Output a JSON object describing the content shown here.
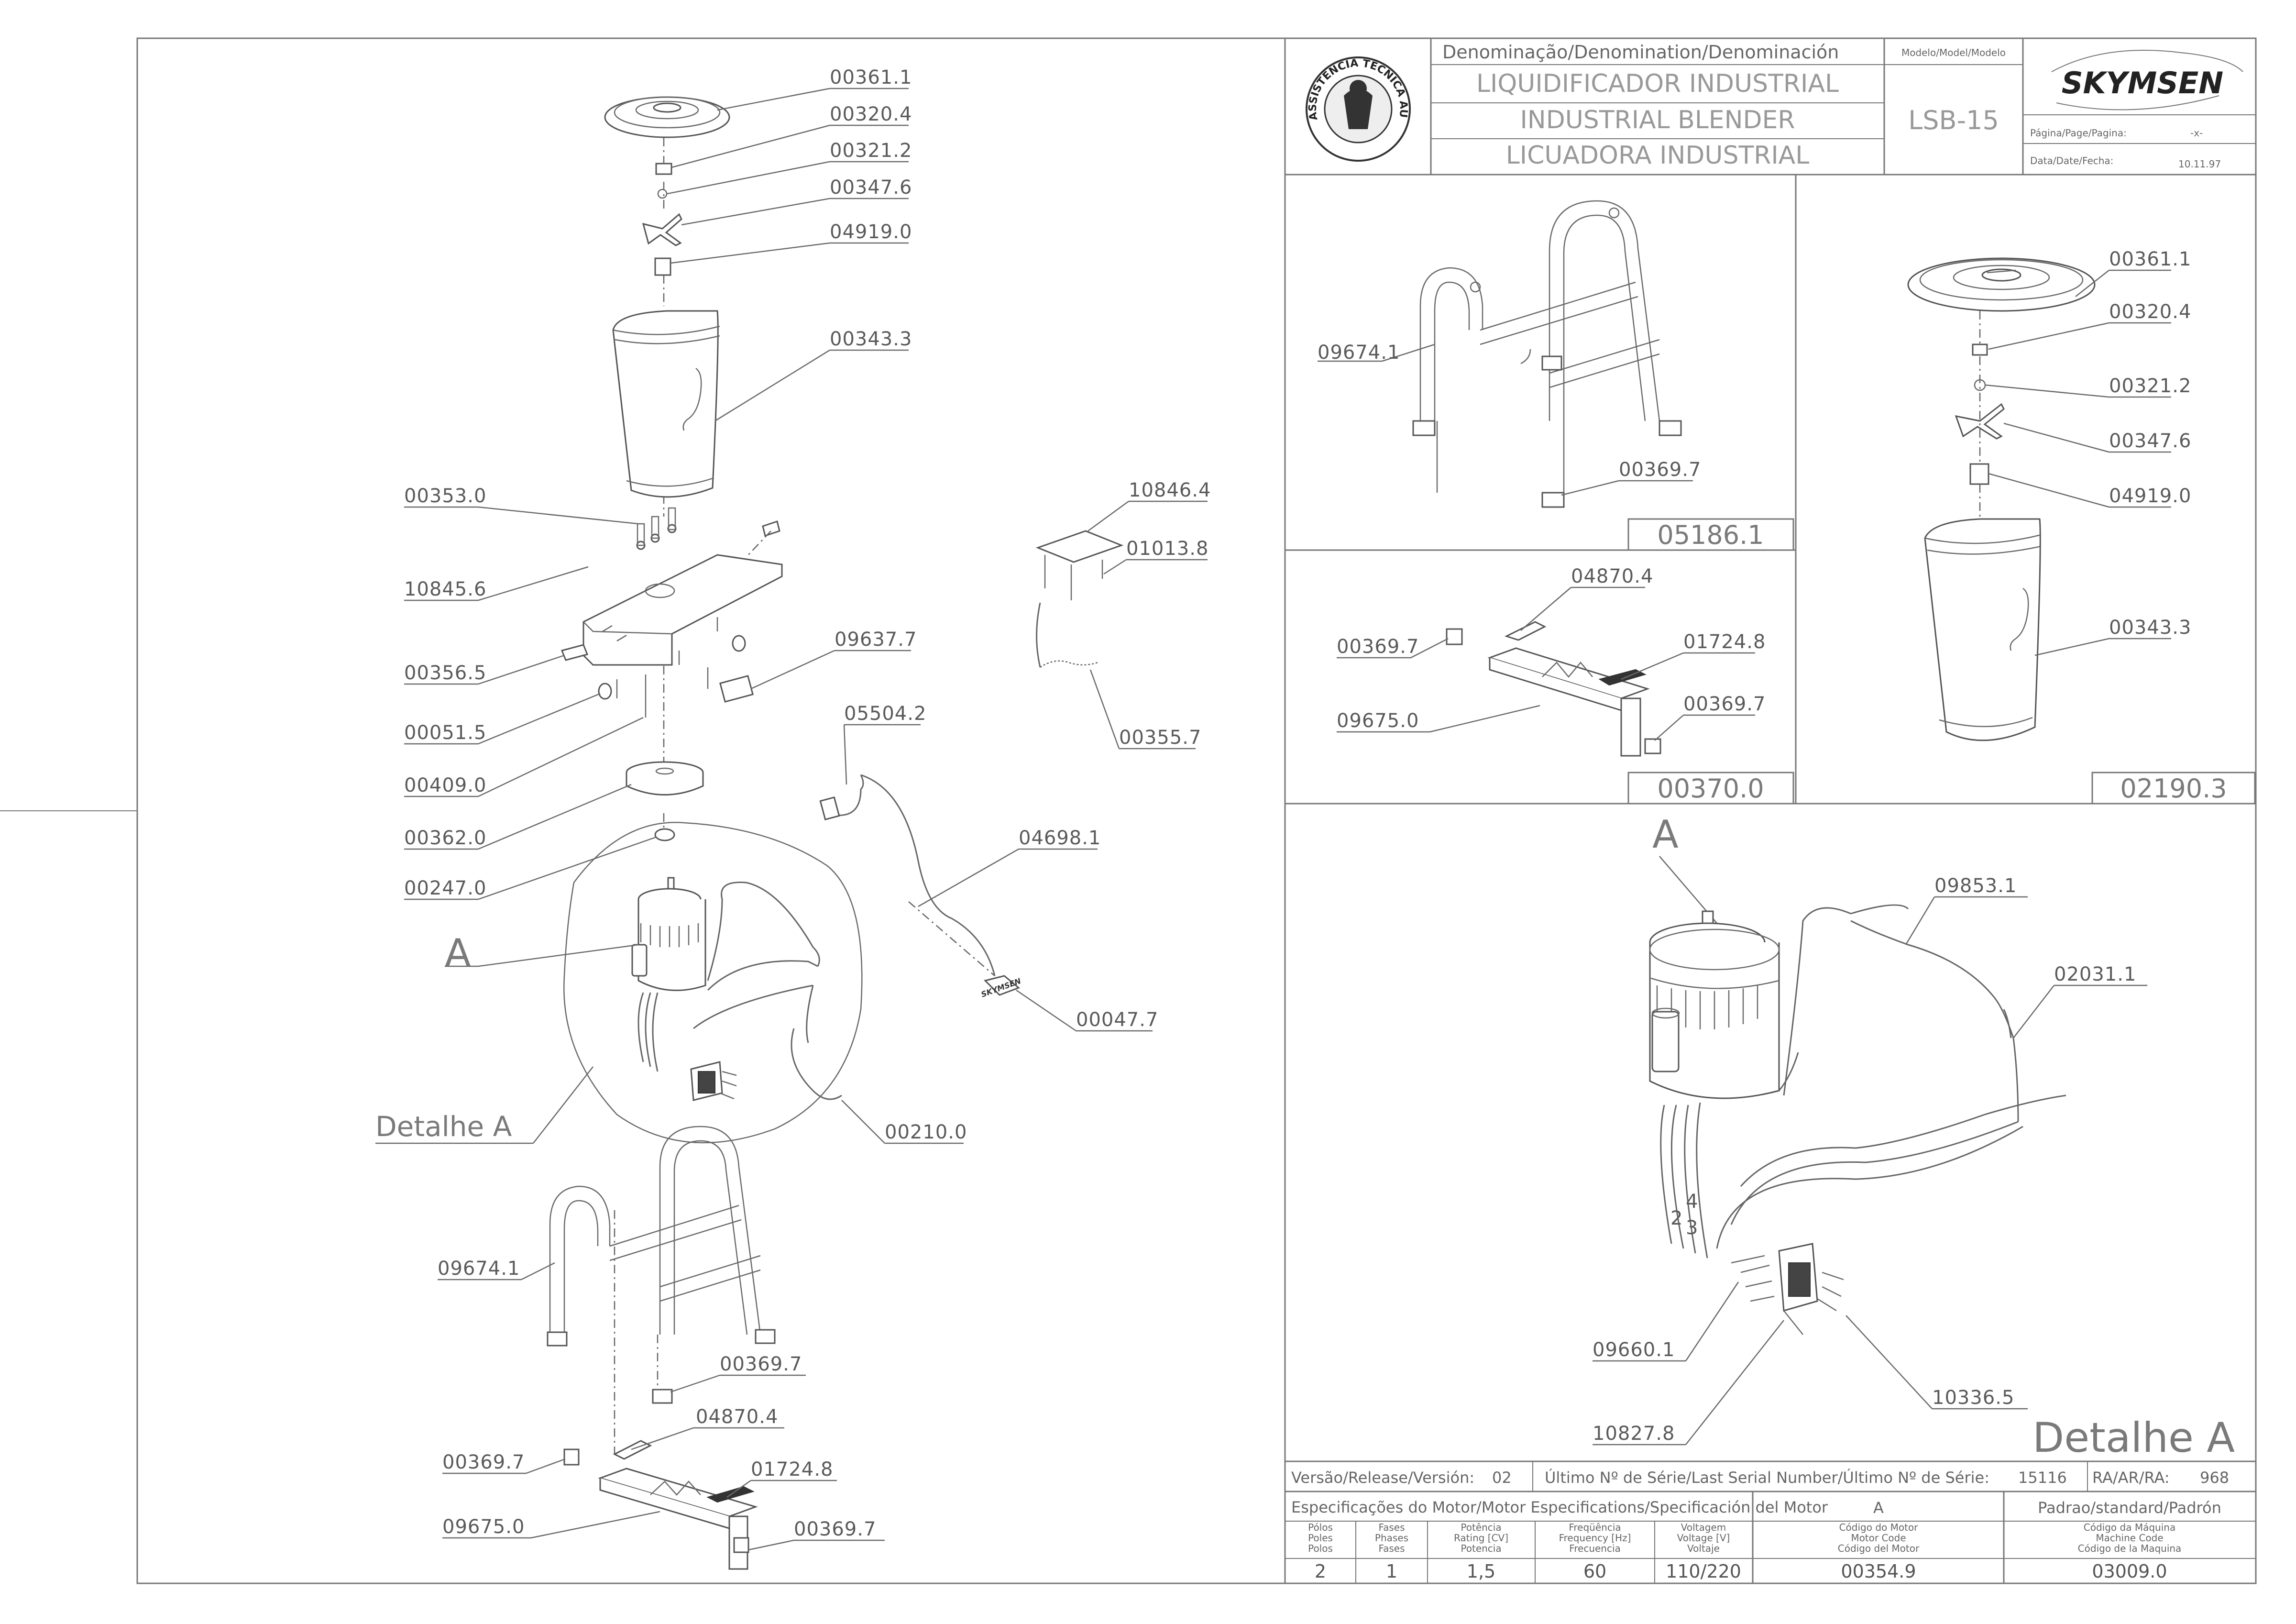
{
  "title_block": {
    "denomination_header": "Denominação/Denomination/Denominación",
    "name_pt": "LIQUIDIFICADOR INDUSTRIAL",
    "name_en": "INDUSTRIAL BLENDER",
    "name_es": "LICUADORA INDUSTRIAL",
    "model_header": "Modelo/Model/Modelo",
    "model": "LSB-15",
    "brand": "SKYMSEN",
    "page_label": "Página/Page/Pagina:",
    "page_value": "-x-",
    "date_label": "Data/Date/Fecha:",
    "date_value": "10.11.97",
    "seal_text": "ASSISTÊNCIA TÉCNICA AUTORIZADA"
  },
  "main_labels": {
    "lid": "00361.1",
    "cap_nut": "00320.4",
    "washer": "00321.2",
    "blade": "00347.6",
    "coupling": "04919.0",
    "cup": "00343.3",
    "screws": "00353.0",
    "housing": "10845.6",
    "switch": "00356.5",
    "grommet": "00051.5",
    "screw_b": "00409.0",
    "base_disc": "00362.0",
    "motor_coupling": "00247.0",
    "motor_ref": "A",
    "detail_label": "Detalhe A",
    "sticker": "09637.7",
    "plate": "10846.4",
    "plate_screw": "01013.8",
    "hose": "00355.7",
    "cord_label": "05504.2",
    "cord": "04698.1",
    "plug_logo": "00047.7",
    "wire": "00210.0",
    "stand": "09674.1",
    "foot_a": "00369.7",
    "clip": "04870.4",
    "foot_b": "00369.7",
    "crossbar_pad": "01724.8",
    "crossbar": "09675.0",
    "foot_c": "00369.7"
  },
  "panel_stand": {
    "stand": "09674.1",
    "foot": "00369.7",
    "code": "05186.1"
  },
  "panel_crossbar": {
    "clip": "04870.4",
    "foot_left": "00369.7",
    "pad": "01724.8",
    "foot_right": "00369.7",
    "bar": "09675.0",
    "code": "00370.0"
  },
  "panel_cup": {
    "lid": "00361.1",
    "cap_nut": "00320.4",
    "washer": "00321.2",
    "blade": "00347.6",
    "coupling": "04919.0",
    "cup": "00343.3",
    "code": "02190.3"
  },
  "panel_detail": {
    "ref": "A",
    "wire_a": "09853.1",
    "wire_b": "02031.1",
    "terminal": "09660.1",
    "screw": "10336.5",
    "motor": "10827.8",
    "n4": "4",
    "n2": "2",
    "n3": "3",
    "title": "Detalhe A"
  },
  "footer": {
    "release_label": "Versão/Release/Versión:",
    "release_value": "02",
    "serial_label": "Último Nº de Série/Last Serial Number/Último Nº de Série:",
    "serial_value": "15116",
    "ra_label": "RA/AR/RA:",
    "ra_value": "968",
    "motor_spec_label": "Especificações do Motor/Motor Especifications/Specificación del Motor",
    "motor_col": "A",
    "standard": "Padrao/standard/Padrón",
    "h_poles": [
      "Pólos",
      "Poles",
      "Polos"
    ],
    "h_phases": [
      "Fases",
      "Phases",
      "Fases"
    ],
    "h_power": [
      "Potência",
      "Rating [CV]",
      "Potencia"
    ],
    "h_freq": [
      "Freqüência",
      "Frequency [Hz]",
      "Frecuencia"
    ],
    "h_volt": [
      "Voltagem",
      "Voltage [V]",
      "Voltaje"
    ],
    "h_motor_code": [
      "Código do Motor",
      "Motor Code",
      "Código del Motor"
    ],
    "h_machine_code": [
      "Código da Máquina",
      "Machine Code",
      "Código de la Maquina"
    ],
    "poles": "2",
    "phases": "1",
    "power": "1,5",
    "freq": "60",
    "volt": "110/220",
    "motor_code": "00354.9",
    "machine_code": "03009.0"
  },
  "colors": {
    "line": "#6a6a6a",
    "text": "#5a5a5a",
    "light_text": "#999999"
  }
}
